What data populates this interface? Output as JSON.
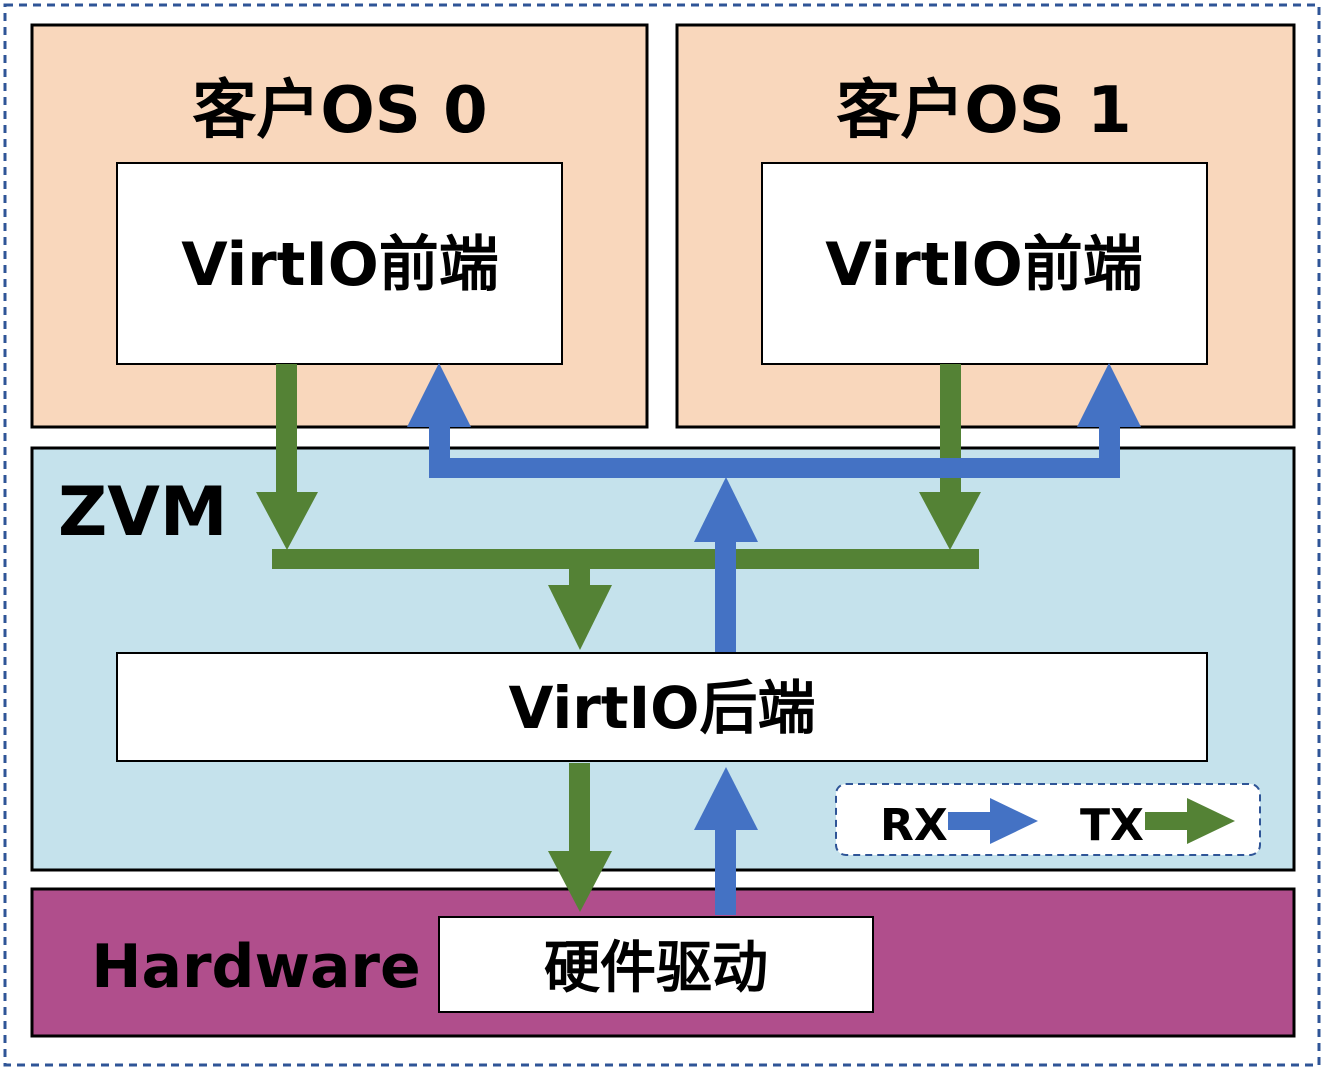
{
  "guest_os_0": {
    "title": "客户OS 0",
    "frontend": "VirtIO前端"
  },
  "guest_os_1": {
    "title": "客户OS 1",
    "frontend": "VirtIO前端"
  },
  "zvm": {
    "title": "ZVM",
    "backend": "VirtIO后端"
  },
  "hardware": {
    "title": "Hardware",
    "driver": "硬件驱动"
  },
  "legend": {
    "rx": "RX",
    "tx": "TX"
  },
  "colors": {
    "guest_bg": "#f9d7bc",
    "zvm_bg": "#c5e2ec",
    "hardware_bg": "#b04e8c",
    "rx_arrow": "#4472c4",
    "tx_arrow": "#548235",
    "outer_border": "#2f5597"
  }
}
